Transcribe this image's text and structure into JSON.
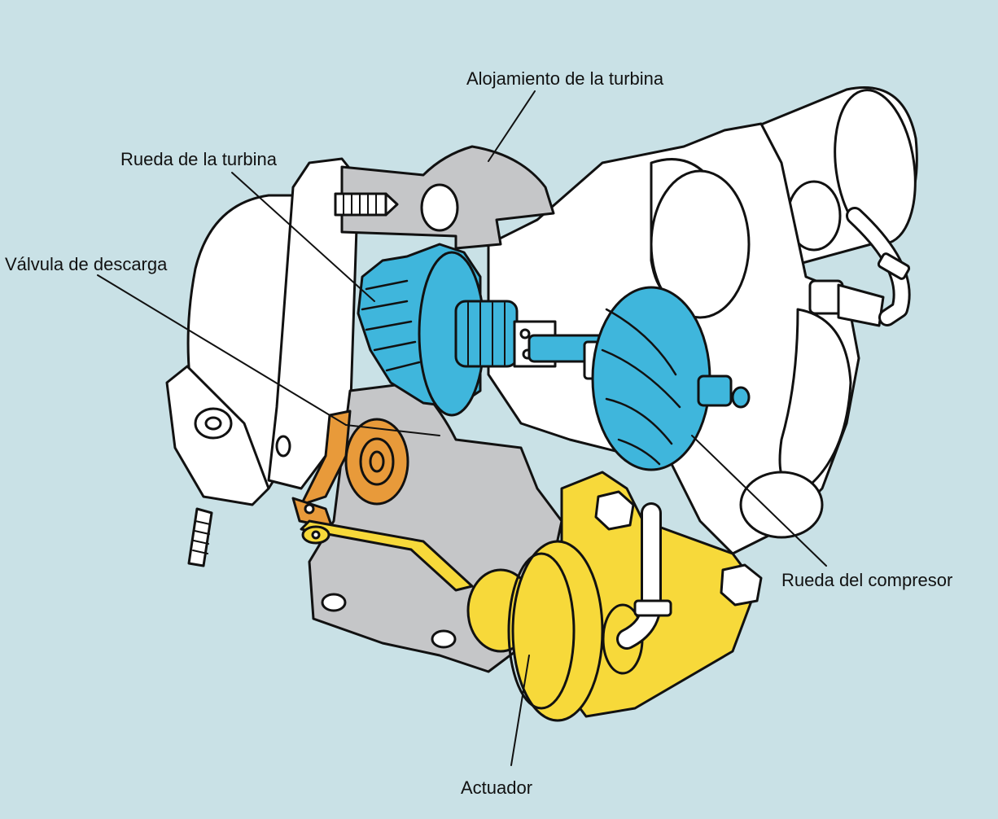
{
  "labels": {
    "turbine_housing": "Alojamiento de la turbina",
    "turbine_wheel": "Rueda de la turbina",
    "wastegate_valve": "Válvula de descarga",
    "compressor_wheel": "Rueda del compresor",
    "actuator": "Actuador"
  },
  "colors": {
    "background": "#c9e1e6",
    "outline": "#111111",
    "housing_white": "#ffffff",
    "turbine_housing_gray": "#c5c6c8",
    "rotor_blue": "#3fb6dc",
    "wastegate_orange": "#e89a3a",
    "actuator_yellow": "#f7d93a"
  },
  "icons": [
    "bolt-icon",
    "nut-icon",
    "hose-clamp-icon"
  ]
}
